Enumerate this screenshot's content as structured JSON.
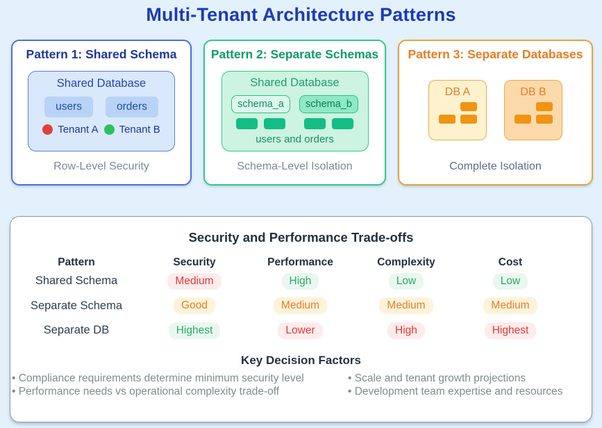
{
  "title": "Multi-Tenant Architecture Patterns",
  "patterns": [
    {
      "title": "Pattern 1: Shared Schema",
      "db_title": "Shared Database",
      "tables": [
        "users",
        "orders"
      ],
      "legend": [
        {
          "label": "Tenant A",
          "color": "#e0413c"
        },
        {
          "label": "Tenant B",
          "color": "#2fc05e"
        }
      ],
      "caption": "Row-Level Security",
      "accent": "#4a6fe3"
    },
    {
      "title": "Pattern 2: Separate Schemas",
      "db_title": "Shared Database",
      "schemas": [
        "schema_a",
        "schema_b"
      ],
      "note": "users and orders",
      "caption": "Schema-Level Isolation",
      "accent": "#2ecc87"
    },
    {
      "title": "Pattern 3: Separate Databases",
      "databases": [
        "DB A",
        "DB B"
      ],
      "caption": "Complete Isolation",
      "accent": "#e8a23d"
    }
  ],
  "tradeoffs": {
    "title": "Security and Performance Trade-offs",
    "columns": [
      "Pattern",
      "Security",
      "Performance",
      "Complexity",
      "Cost"
    ],
    "rows": [
      {
        "pattern": "Shared Schema",
        "values": [
          {
            "text": "Medium",
            "tone": "red"
          },
          {
            "text": "High",
            "tone": "green"
          },
          {
            "text": "Low",
            "tone": "green"
          },
          {
            "text": "Low",
            "tone": "green"
          }
        ]
      },
      {
        "pattern": "Separate Schema",
        "values": [
          {
            "text": "Good",
            "tone": "orange"
          },
          {
            "text": "Medium",
            "tone": "orange"
          },
          {
            "text": "Medium",
            "tone": "orange"
          },
          {
            "text": "Medium",
            "tone": "orange"
          }
        ]
      },
      {
        "pattern": "Separate DB",
        "values": [
          {
            "text": "Highest",
            "tone": "green"
          },
          {
            "text": "Lower",
            "tone": "red"
          },
          {
            "text": "High",
            "tone": "red"
          },
          {
            "text": "Highest",
            "tone": "red"
          }
        ]
      }
    ]
  },
  "decision_factors": {
    "title": "Key Decision Factors",
    "left": [
      "• Compliance requirements determine minimum security level",
      "• Performance needs vs operational complexity trade-off"
    ],
    "right": [
      "• Scale and tenant growth projections",
      "• Development team expertise and resources"
    ]
  },
  "colors": {
    "background": "#e3f1fc",
    "title": "#1d39b8",
    "pattern1_accent": "#4a6fe3",
    "pattern2_accent": "#2ecc87",
    "pattern3_accent": "#e8a23d",
    "status_red": "#e03a36",
    "status_green": "#27ae60",
    "status_orange": "#e67e22"
  }
}
